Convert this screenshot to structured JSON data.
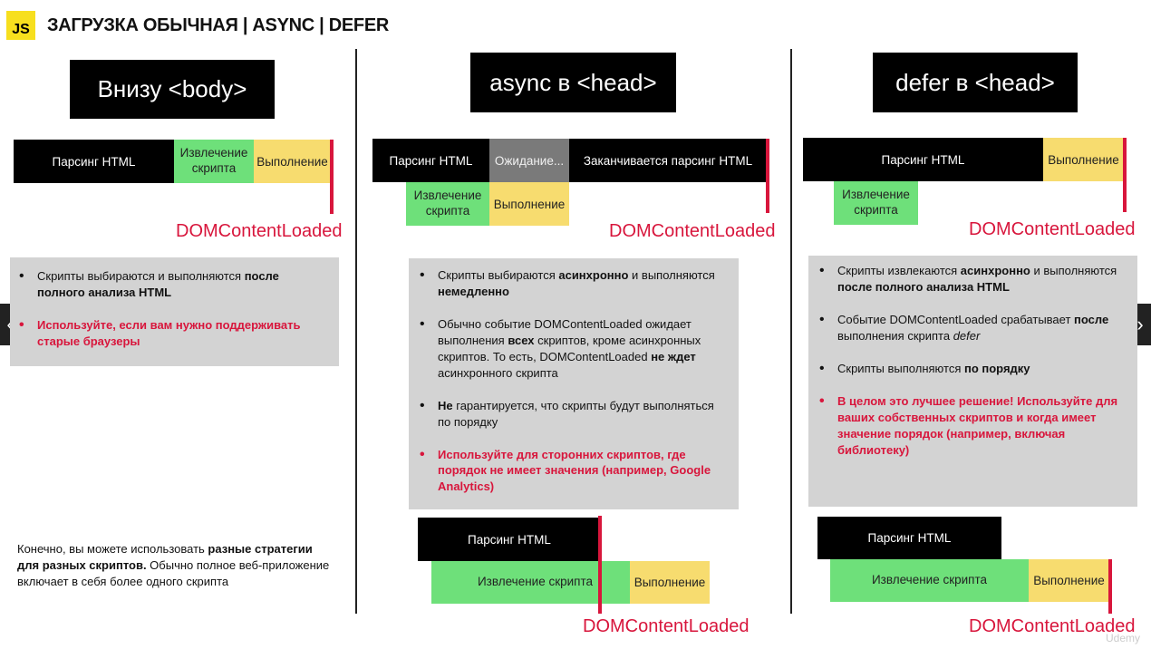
{
  "header": {
    "logo": "JS",
    "title": "ЗАГРУЗКА ОБЫЧНАЯ | ASYNC | DEFER"
  },
  "col1": {
    "title": "Внизу <body>",
    "bar": {
      "parse": "Парсинг HTML",
      "fetch": "Извлечение скрипта",
      "exec": "Выполнение"
    },
    "dcl": "DOMContentLoaded",
    "note": {
      "l1a": "Скрипты выбираются и выполняются ",
      "l1b": "после полного анализа HTML",
      "l2": "Используйте, если вам нужно поддерживать старые браузеры"
    },
    "footer": {
      "a": "Конечно, вы можете использовать ",
      "b": "разные стратегии для разных скриптов.",
      "c": " Обычно полное веб-приложение включает в себя более одного скрипта"
    }
  },
  "col2": {
    "title": "async в <head>",
    "bar": {
      "parse": "Парсинг HTML",
      "wait": "Ожидание...",
      "finish": "Заканчивается парсинг HTML",
      "fetch": "Извлечение скрипта",
      "exec": "Выполнение"
    },
    "dcl": "DOMContentLoaded",
    "note": {
      "l1a": "Скрипты выбираются ",
      "l1b": "асинхронно",
      "l1c": " и выполняются ",
      "l1d": "немедленно",
      "l2a": "Обычно событие DOMContentLoaded ожидает выполнения ",
      "l2b": "всех",
      "l2c": " скриптов, кроме асинхронных скриптов. То есть, DOMContentLoaded ",
      "l2d": "не ждет",
      "l2e": " асинхронного скрипта",
      "l3a": "Не",
      "l3b": " гарантируется, что скрипты будут выполняться по порядку",
      "l4": "Используйте для сторонних скриптов, где порядок не имеет значения (например, Google Analytics)"
    },
    "bottom": {
      "parse": "Парсинг HTML",
      "fetch": "Извлечение скрипта",
      "exec": "Выполнение",
      "dcl": "DOMContentLoaded"
    }
  },
  "col3": {
    "title": "defer в <head>",
    "bar": {
      "parse": "Парсинг HTML",
      "exec": "Выполнение",
      "fetch": "Извлечение скрипта"
    },
    "dcl": "DOMContentLoaded",
    "note": {
      "l1a": "Скрипты извлекаются ",
      "l1b": "асинхронно",
      "l1c": " и выполняются ",
      "l1d": "после полного анализа HTML",
      "l2a": "Событие DOMContentLoaded срабатывает ",
      "l2b": "после",
      "l2c": " выполнения скрипта ",
      "l2d": "defer",
      "l3a": "Скрипты выполняются ",
      "l3b": "по порядку",
      "l4": "В целом это лучшее решение! Используйте для ваших собственных скриптов и когда имеет значение порядок (например, включая библиотеку)"
    },
    "bottom": {
      "parse": "Парсинг HTML",
      "fetch": "Извлечение скрипта",
      "exec": "Выполнение",
      "dcl": "DOMContentLoaded"
    }
  },
  "nav": {
    "prev": "‹",
    "next": "›"
  },
  "watermark": "Udemy"
}
